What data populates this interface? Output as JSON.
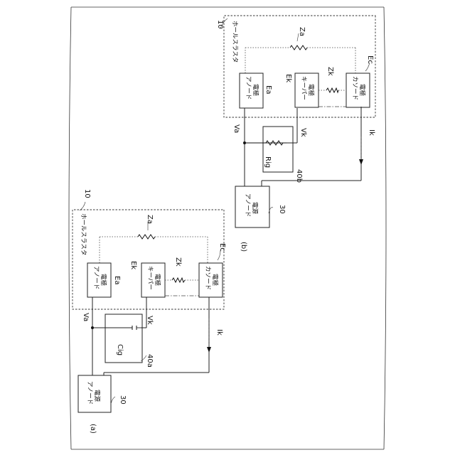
{
  "figure": {
    "a": {
      "caption": "(a)",
      "hall_thruster": {
        "label": "ホールスラスタ",
        "ref": "10"
      },
      "anode_electrode": {
        "line1": "アノード",
        "line2": "電極",
        "ref": "Ea"
      },
      "keeper_electrode": {
        "line1": "キーパー",
        "line2": "電極",
        "ref": "Ek"
      },
      "cathode_electrode": {
        "line1": "カソード",
        "line2": "電極",
        "ref": "Ec"
      },
      "impedance_a": "Za",
      "impedance_k": "Zk",
      "voltage_a": "Va",
      "voltage_k": "Vk",
      "current_k": "Ik",
      "element": {
        "label": "Cig",
        "ref": "40a"
      },
      "anode_power": {
        "line1": "アノード",
        "line2": "電源",
        "ref": "30"
      }
    },
    "b": {
      "caption": "(b)",
      "hall_thruster": {
        "label": "ホールスラスタ",
        "ref": "10"
      },
      "anode_electrode": {
        "line1": "アノード",
        "line2": "電極",
        "ref": "Ea"
      },
      "keeper_electrode": {
        "line1": "キーパー",
        "line2": "電極",
        "ref": "Ek"
      },
      "cathode_electrode": {
        "line1": "カソード",
        "line2": "電極",
        "ref": "Ec"
      },
      "impedance_a": "Za",
      "impedance_k": "Zk",
      "voltage_a": "Va",
      "voltage_k": "Vk",
      "current_k": "Ik",
      "element": {
        "label": "Rig",
        "ref": "40b"
      },
      "anode_power": {
        "line1": "アノード",
        "line2": "電源",
        "ref": "30"
      }
    }
  }
}
